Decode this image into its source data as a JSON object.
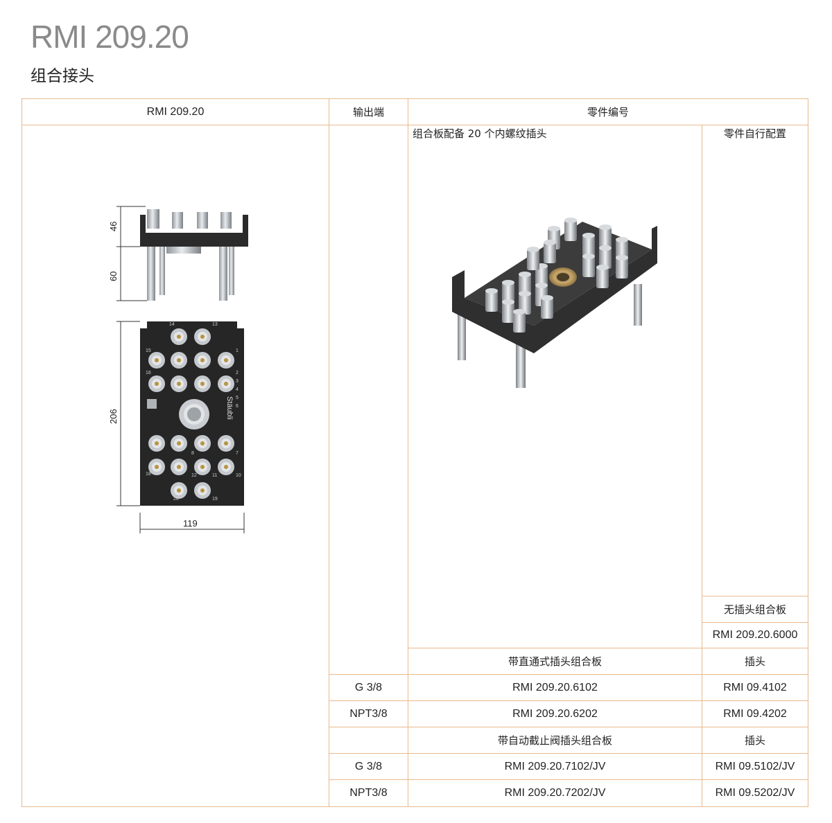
{
  "header": {
    "title": "RMI 209.20",
    "subtitle": "组合接头"
  },
  "table": {
    "col_headers": {
      "model": "RMI 209.20",
      "output": "输出端",
      "part_number": "零件编号"
    },
    "sub_headers": {
      "plate_with_couplings": "组合板配备 20 个内螺纹插头",
      "self_config": "零件自行配置",
      "plate_without_couplings": "无插头组合板",
      "plate_without_couplings_part": "RMI 209.20.6000"
    },
    "section_straight": {
      "title": "带直通式插头组合板",
      "coupling_header": "插头",
      "rows": [
        {
          "output": "G 3/8",
          "plate": "RMI 209.20.6102",
          "coupling": "RMI 09.4102"
        },
        {
          "output": "NPT3/8",
          "plate": "RMI 209.20.6202",
          "coupling": "RMI 09.4202"
        }
      ]
    },
    "section_valve": {
      "title": "带自动截止阀插头组合板",
      "coupling_header": "插头",
      "rows": [
        {
          "output": "G 3/8",
          "plate": "RMI 209.20.7102/JV",
          "coupling": "RMI 09.5102/JV"
        },
        {
          "output": "NPT3/8",
          "plate": "RMI 209.20.7202/JV",
          "coupling": "RMI 09.5202/JV"
        }
      ]
    }
  },
  "drawing": {
    "dim_top": "46",
    "dim_legs": "60",
    "dim_height": "206",
    "dim_width": "119",
    "brand": "Stäubli",
    "port_numbers": [
      "14",
      "13",
      "15",
      "1",
      "16",
      "2",
      "3",
      "4",
      "5",
      "6",
      "18",
      "8",
      "7",
      "10",
      "11",
      "12",
      "20",
      "19"
    ]
  },
  "colors": {
    "border": "#e9b98c",
    "title_gray": "#8a8a8a",
    "plate_dark": "#2b2b2b"
  }
}
